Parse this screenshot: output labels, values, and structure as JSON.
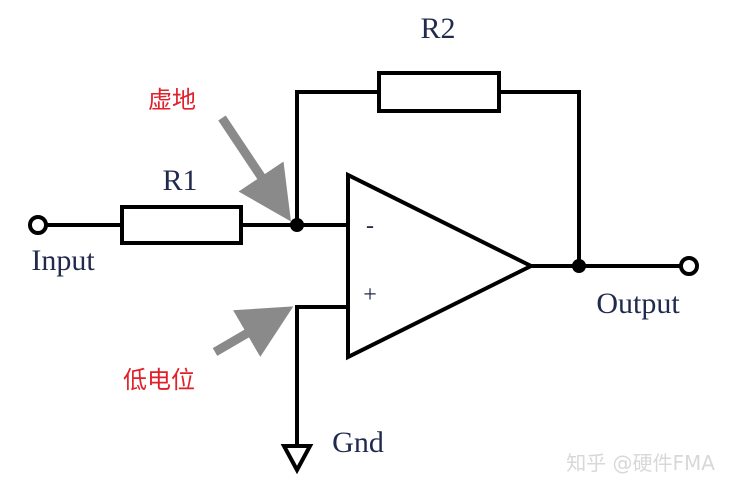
{
  "labels": {
    "r1": "R1",
    "r2": "R2",
    "input": "Input",
    "output": "Output",
    "gnd": "Gnd",
    "minus": "-",
    "plus": "+",
    "virtual_ground": "虚地",
    "low_potential": "低电位"
  },
  "watermark": "知乎 @硬件FMA",
  "colors": {
    "wire": "#000000",
    "annotation": "#e0202a",
    "arrow": "#8a8a8a",
    "label": "#1f2a4d"
  }
}
